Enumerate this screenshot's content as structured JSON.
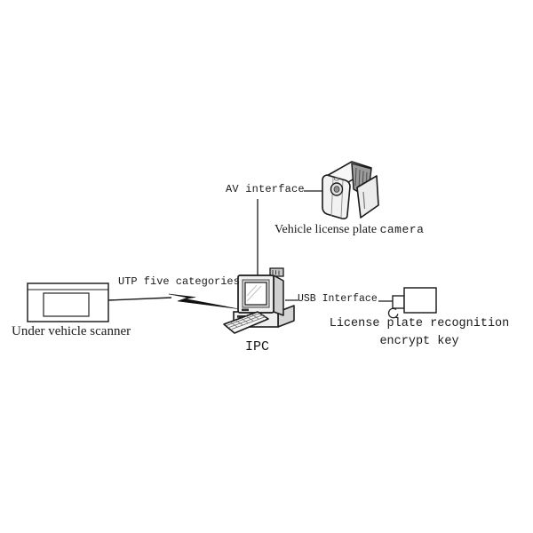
{
  "diagram": {
    "nodes": {
      "camera": {
        "icon": "camera-icon",
        "caption_main": "Vehicle license plate",
        "caption_suffix": "camera"
      },
      "ipc": {
        "icon": "desktop-computer-icon",
        "label": "IPC"
      },
      "scanner": {
        "icon": "under-vehicle-scanner-icon",
        "caption": "Under vehicle scanner"
      },
      "usb_key": {
        "icon": "usb-dongle-icon",
        "caption_line1": "License plate recognition",
        "caption_line2": "encrypt key"
      }
    },
    "connections": {
      "av": {
        "label": "AV interface",
        "style": "thin-line"
      },
      "utp": {
        "label": "UTP five categories",
        "style": "thin-line-with-lightning-bolt"
      },
      "usb": {
        "label": "USB Interface",
        "style": "thin-line"
      }
    },
    "colors": {
      "background": "#ffffff",
      "line": "#1a1a1a",
      "text": "#1a1a1a",
      "icon_fill_light": "#f2f2f2",
      "icon_fill_shade": "#d2d2d2",
      "icon_fill_dark": "#8f8f8f",
      "screen_white": "#ffffff"
    }
  }
}
